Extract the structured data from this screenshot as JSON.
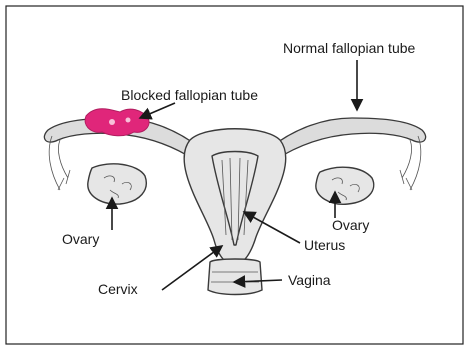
{
  "labels": {
    "blocked": "Blocked fallopian tube",
    "normal": "Normal fallopian tube",
    "ovary_left": "Ovary",
    "ovary_right": "Ovary",
    "uterus": "Uterus",
    "cervix": "Cervix",
    "vagina": "Vagina"
  },
  "colors": {
    "blockage": "#e0267a",
    "border": "#222222"
  }
}
